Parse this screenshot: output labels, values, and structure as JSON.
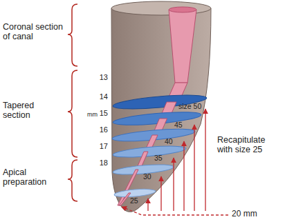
{
  "diagram": {
    "labels": [
      "Coronal section of canal",
      "Tapered section",
      "Apical preparation",
      "13",
      "14",
      "mm",
      "15",
      "16",
      "17",
      "18",
      "size 50",
      "45",
      "40",
      "35",
      "30",
      "25",
      "Recapitulate with size 25",
      "20 mm"
    ]
  }
}
